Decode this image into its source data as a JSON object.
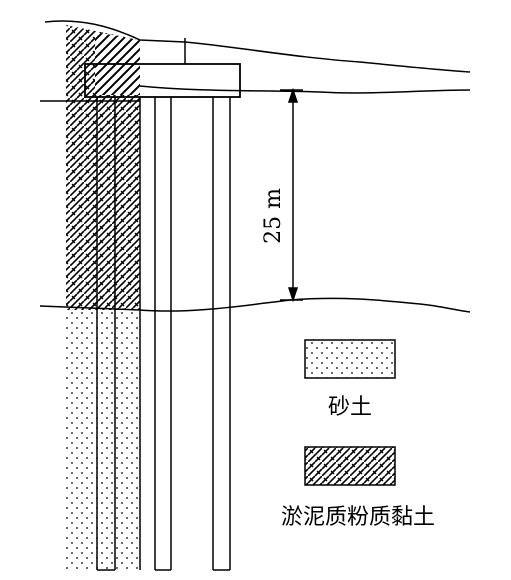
{
  "dimension": {
    "label": "25 m"
  },
  "legend": [
    {
      "key": "sand",
      "label": "砂土"
    },
    {
      "key": "silty-clay",
      "label": "淤泥质粉质黏土"
    }
  ]
}
